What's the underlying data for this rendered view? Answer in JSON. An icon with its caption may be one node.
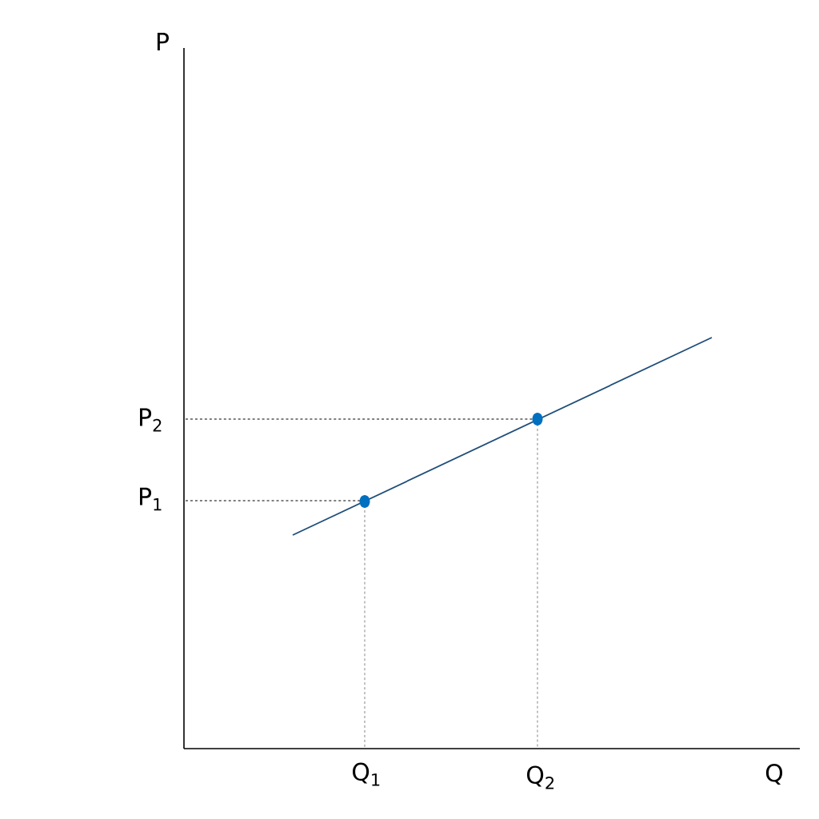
{
  "diagram": {
    "labels": [
      "P",
      "P$_{2}$",
      "P$_{1}$",
      "Q$_{1}$",
      "Q$_{2}$",
      "Q"
    ]
  }
}
